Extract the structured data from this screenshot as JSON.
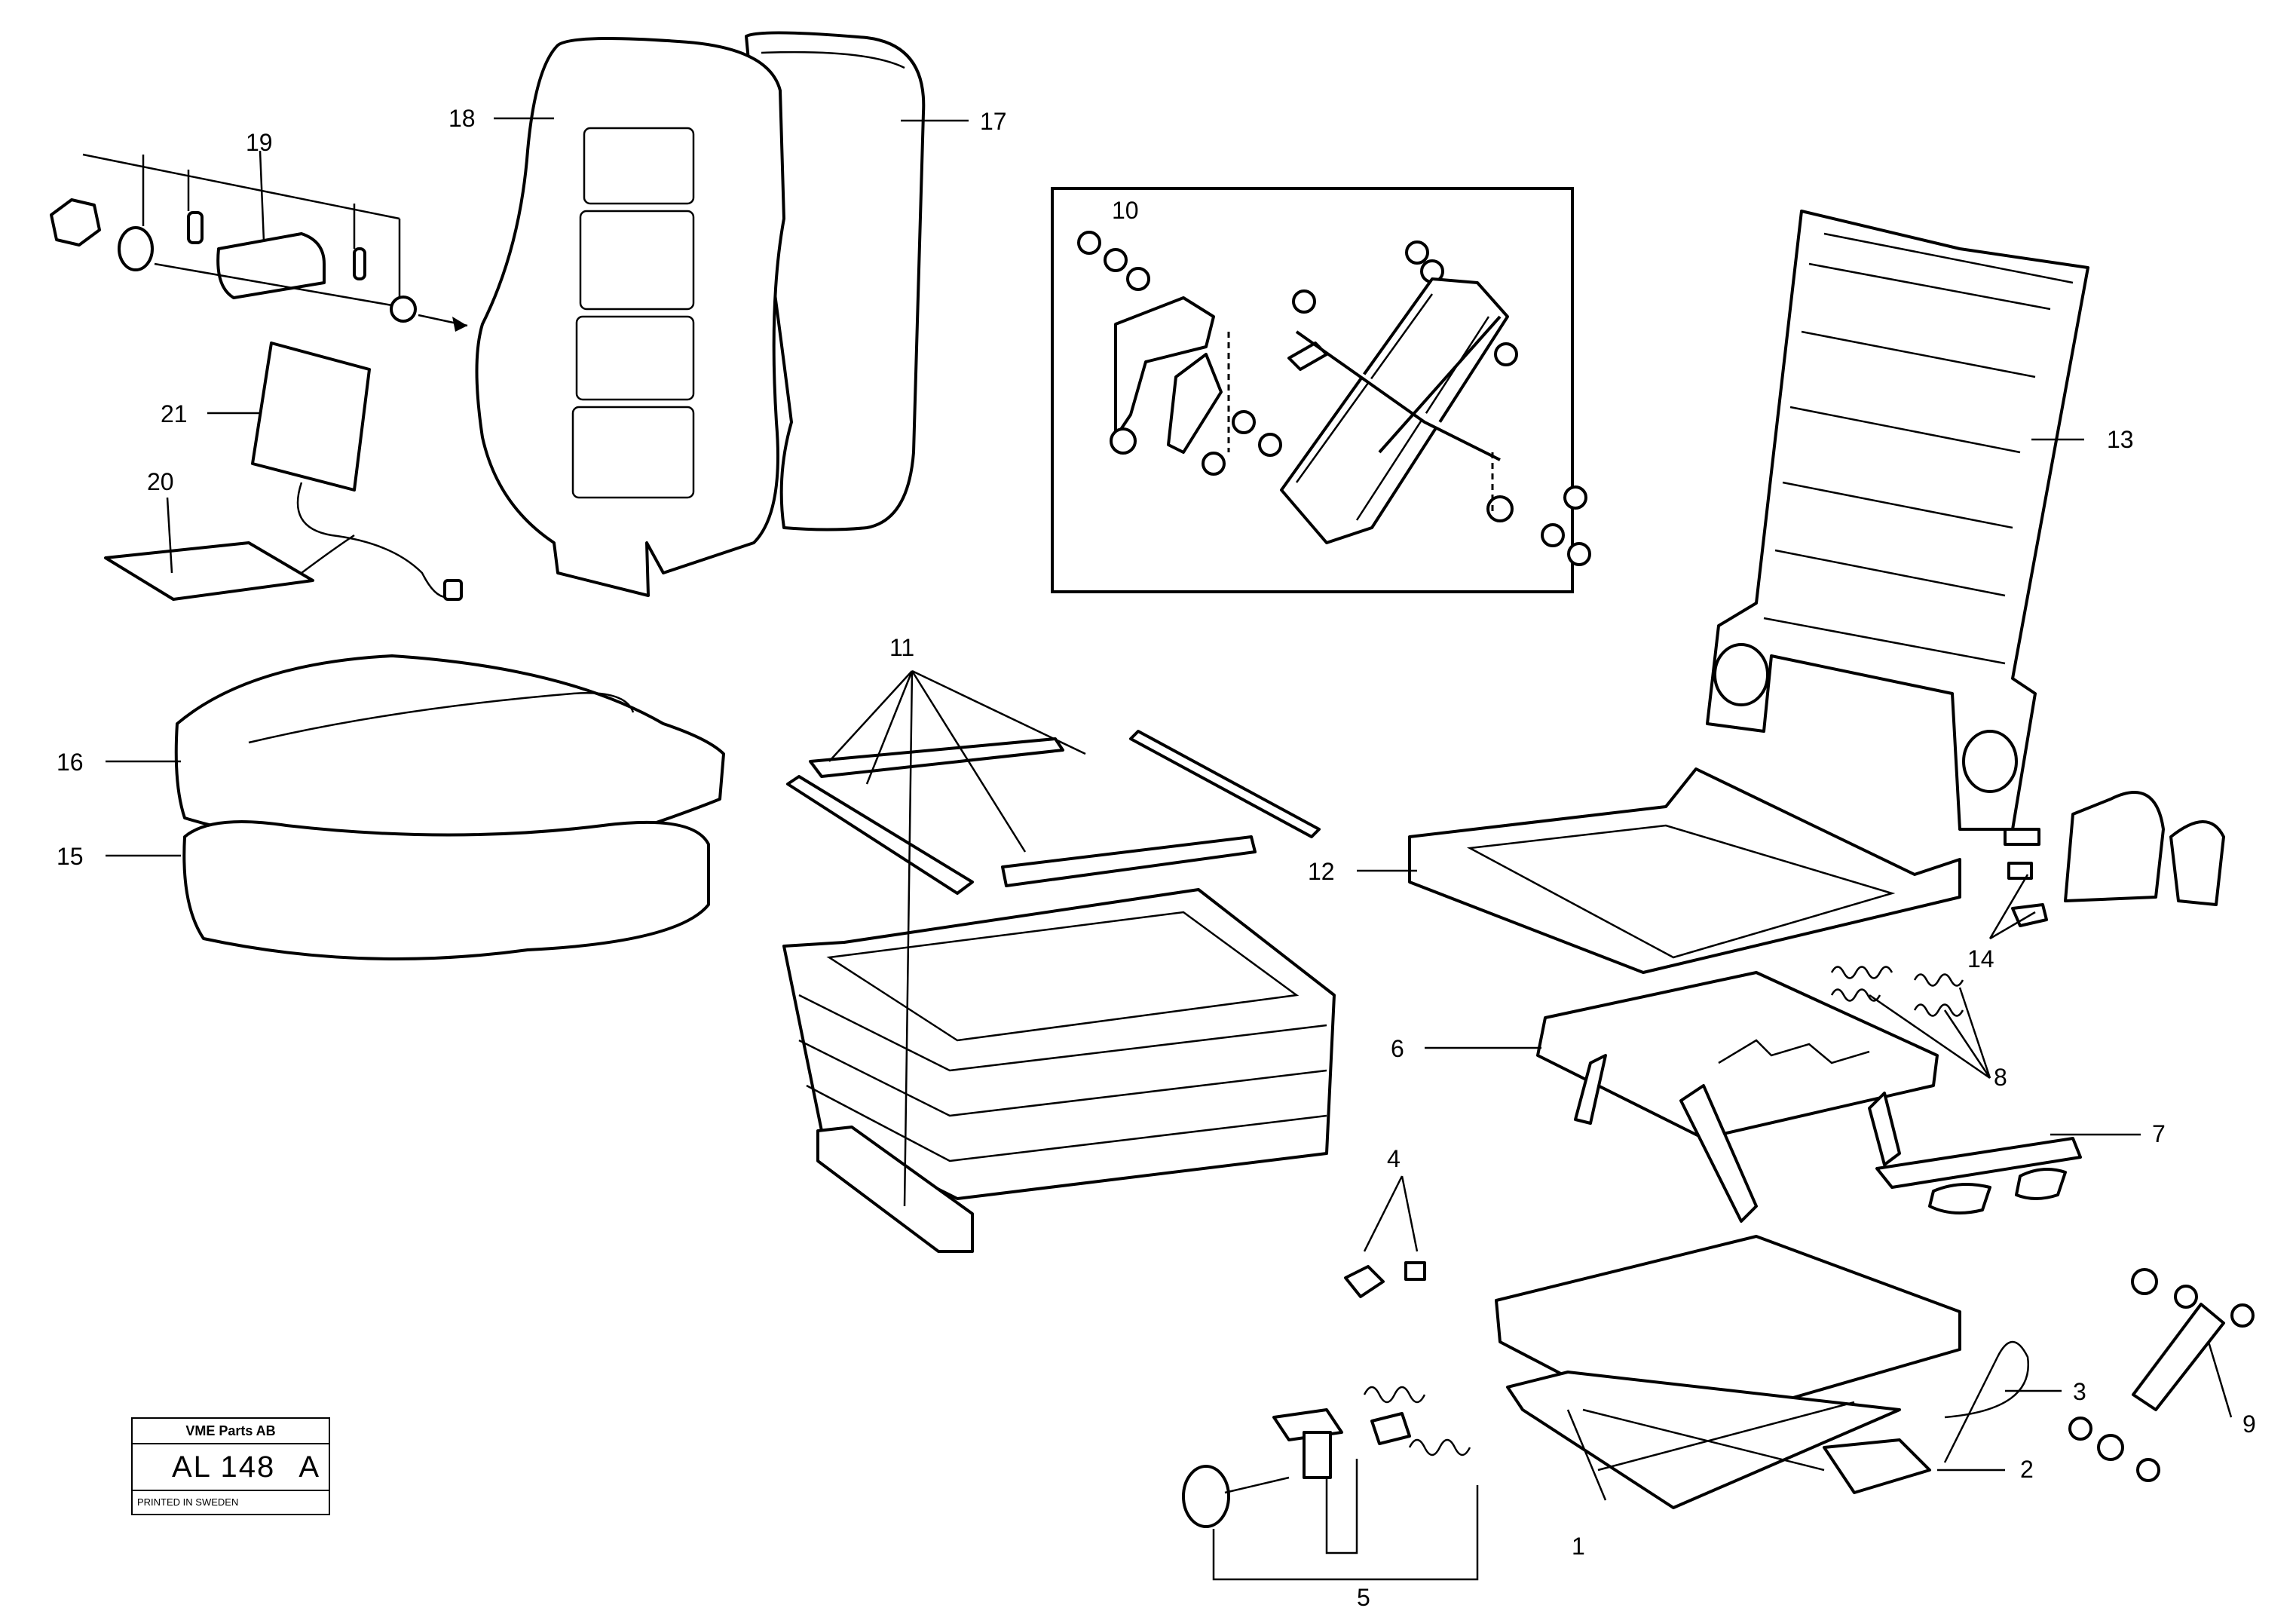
{
  "labels": {
    "p1": "1",
    "p2": "2",
    "p3": "3",
    "p4": "4",
    "p5": "5",
    "p6": "6",
    "p7": "7",
    "p8": "8",
    "p9": "9",
    "p10": "10",
    "p11": "11",
    "p12": "12",
    "p13": "13",
    "p14": "14",
    "p15": "15",
    "p16": "16",
    "p17": "17",
    "p18": "18",
    "p19": "19",
    "p20": "20",
    "p21": "21"
  },
  "stamp": {
    "company": "VME Parts AB",
    "code": "AL 148",
    "revision": "A",
    "printed": "PRINTED IN SWEDEN"
  }
}
